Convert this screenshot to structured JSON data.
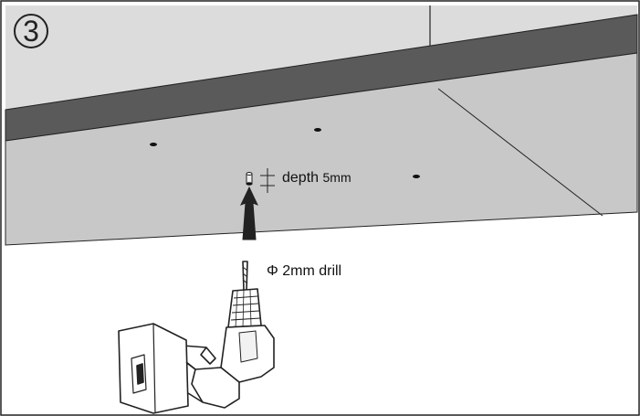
{
  "step": {
    "number": "3"
  },
  "annotations": {
    "depth_word": "depth",
    "depth_value": "5mm",
    "diameter_symbol": "Φ",
    "drill_size": "2mm drill"
  },
  "icons": {
    "step_badge": "circled-number",
    "tool": "cordless-drill-icon",
    "direction": "up-arrow-icon"
  },
  "colors": {
    "ceiling_fill": "#c8c8c8",
    "wall_fill": "#dcdcdc",
    "beam_fill": "#5a5a5a",
    "outline": "#222222"
  }
}
